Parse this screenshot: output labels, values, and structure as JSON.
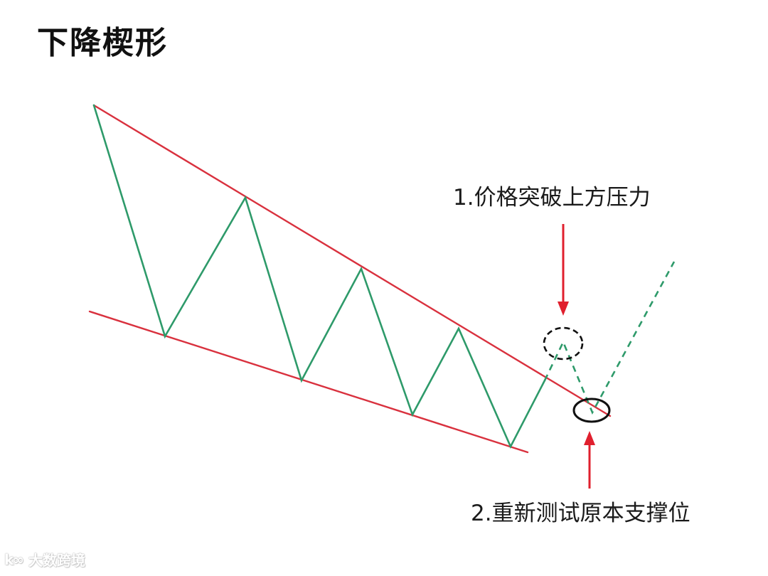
{
  "title": "下降楔形",
  "annotations": {
    "breakout": "1.价格突破上方压力",
    "retest": "2.重新测试原本支撑位"
  },
  "watermark": {
    "logo": "k∞",
    "text": "大数跨境"
  },
  "colors": {
    "trendline": "#d9313e",
    "price": "#2e9a6a",
    "marker": "#111111",
    "arrow": "#e0202e",
    "text": "#1a1a1a"
  },
  "chart_data": {
    "type": "line",
    "title": "下降楔形",
    "xlabel": "",
    "ylabel": "",
    "grid": false,
    "coordinate_system": "pixel (origin top-left, 1080x810)",
    "upper_trendline": {
      "from": [
        132,
        148
      ],
      "to": [
        858,
        585
      ],
      "label": "resistance"
    },
    "lower_trendline": {
      "from": [
        126,
        438
      ],
      "to": [
        742,
        636
      ],
      "label": "support"
    },
    "series": [
      {
        "name": "price (solid)",
        "style": "solid",
        "points": [
          [
            132,
            148
          ],
          [
            232,
            473
          ],
          [
            345,
            278
          ],
          [
            424,
            535
          ],
          [
            508,
            378
          ],
          [
            580,
            583
          ],
          [
            645,
            462
          ],
          [
            718,
            628
          ],
          [
            766,
            535
          ]
        ]
      },
      {
        "name": "projected price (dashed)",
        "style": "dashed",
        "points": [
          [
            766,
            535
          ],
          [
            792,
            481
          ],
          [
            833,
            580
          ],
          [
            948,
            368
          ]
        ]
      }
    ],
    "markers": [
      {
        "type": "dashed-circle",
        "center": [
          792,
          483
        ],
        "rx": 27,
        "ry": 22,
        "note": "breakout high"
      },
      {
        "type": "solid-ellipse",
        "center": [
          832,
          577
        ],
        "rx": 25,
        "ry": 16,
        "note": "retest of trendline"
      }
    ],
    "arrows": [
      {
        "from": [
          792,
          315
        ],
        "to": [
          792,
          443
        ],
        "direction": "down",
        "label": "1.价格突破上方压力"
      },
      {
        "from": [
          829,
          687
        ],
        "to": [
          829,
          607
        ],
        "direction": "up",
        "label": "2.重新测试原本支撑位"
      }
    ]
  }
}
